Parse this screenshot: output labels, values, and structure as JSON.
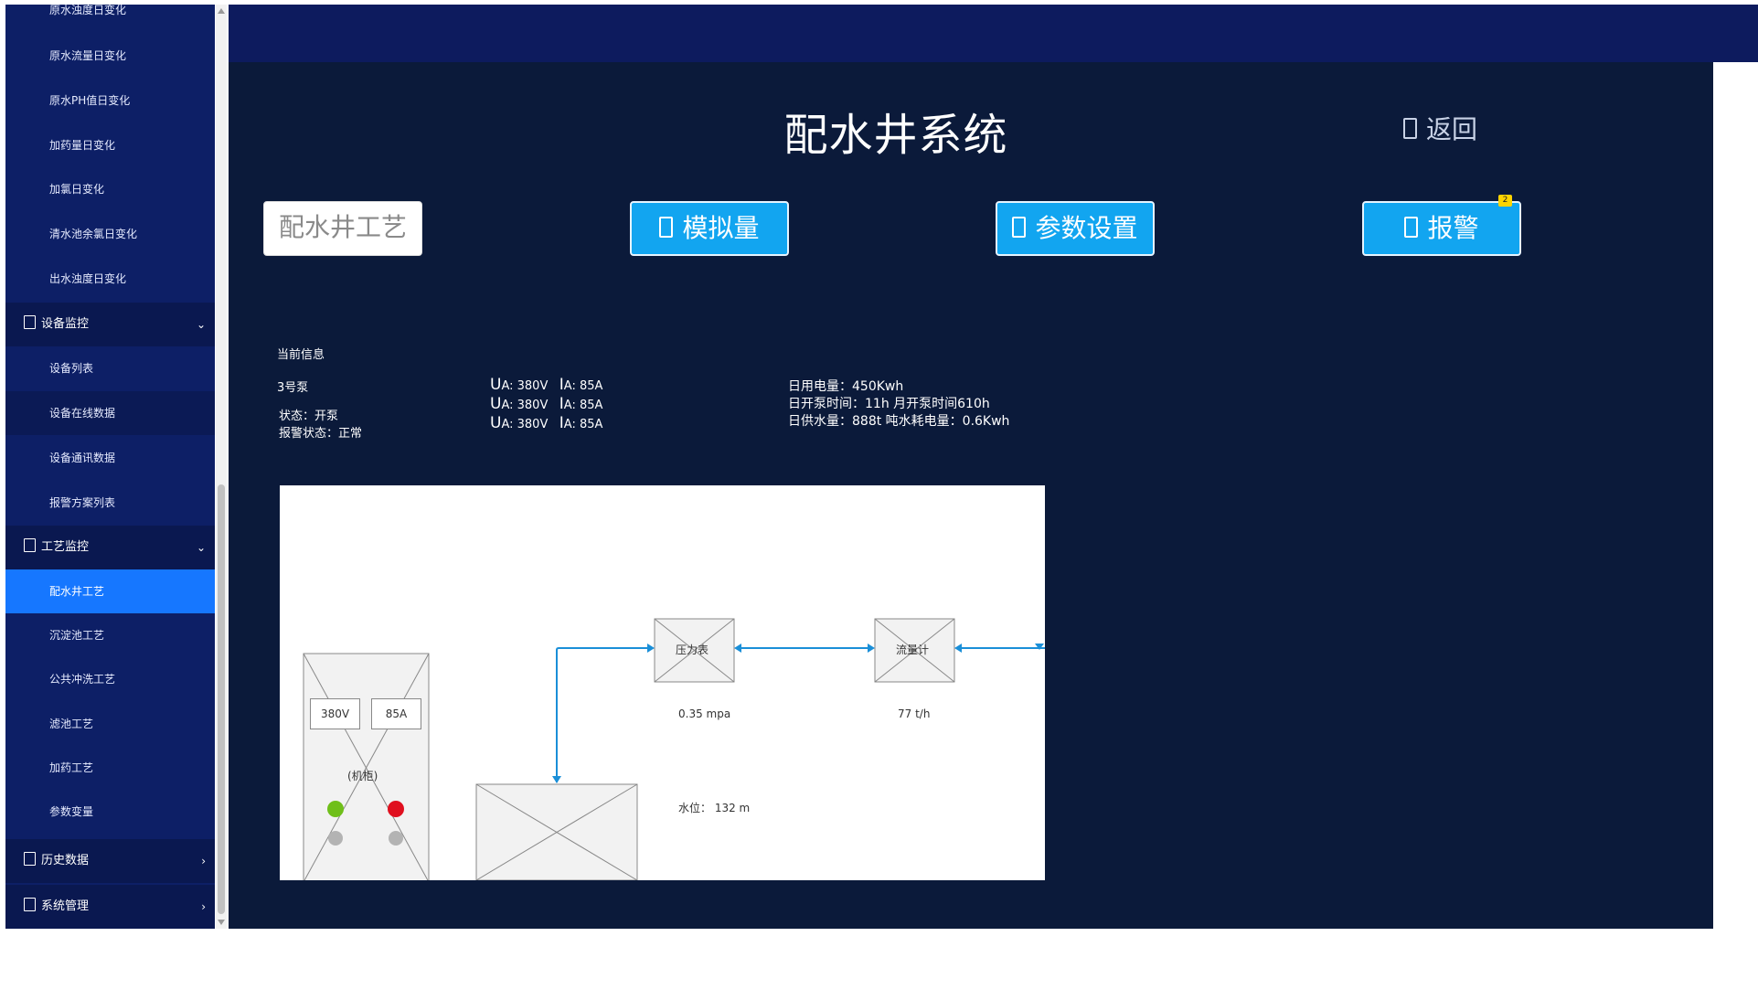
{
  "sidebar": {
    "items": [
      {
        "label": "原水浊度日变化"
      },
      {
        "label": "原水流量日变化"
      },
      {
        "label": "原水PH值日变化"
      },
      {
        "label": "加药量日变化"
      },
      {
        "label": "加氯日变化"
      },
      {
        "label": "清水池余氯日变化"
      },
      {
        "label": "出水浊度日变化"
      }
    ],
    "group_device": {
      "label": "设备监控"
    },
    "device_items": [
      {
        "label": "设备列表"
      },
      {
        "label": "设备在线数据"
      },
      {
        "label": "设备通讯数据"
      },
      {
        "label": "报警方案列表"
      }
    ],
    "group_process": {
      "label": "工艺监控"
    },
    "process_items": [
      {
        "label": "配水井工艺"
      },
      {
        "label": "沉淀池工艺"
      },
      {
        "label": "公共冲洗工艺"
      },
      {
        "label": "滤池工艺"
      },
      {
        "label": "加药工艺"
      },
      {
        "label": "参数变量"
      }
    ],
    "group_history": {
      "label": "历史数据"
    },
    "group_system": {
      "label": "系统管理"
    },
    "active_color": "#1677ff"
  },
  "header": {
    "title": "配水井系统",
    "back_label": "返回"
  },
  "nav": {
    "process_label": "配水井工艺",
    "analog_label": "模拟量",
    "params_label": "参数设置",
    "alarm_label": "报警",
    "alarm_badge": "2"
  },
  "info": {
    "heading": "当前信息",
    "pump_name": "3号泵",
    "status": "状态：开泵",
    "alarm_status": "报警状态：正常",
    "electric": [
      {
        "u_key": "U",
        "u_sub": "A",
        "u_value": "380V",
        "i_key": "I",
        "i_sub": "A",
        "i_value": "85A"
      },
      {
        "u_key": "U",
        "u_sub": "A",
        "u_value": "380V",
        "i_key": "I",
        "i_sub": "A",
        "i_value": "85A"
      },
      {
        "u_key": "U",
        "u_sub": "A",
        "u_value": "380V",
        "i_key": "I",
        "i_sub": "A",
        "i_value": "85A"
      }
    ],
    "daily_power": "日用电量：450Kwh",
    "pump_time": "日开泵时间：11h  月开泵时间610h",
    "supply": "日供水量：888t  吨水耗电量：0.6Kwh"
  },
  "diagram": {
    "cabinet_voltage": "380V",
    "cabinet_current": "85A",
    "cabinet_label": "(机柜)",
    "pressure_label": "压力表",
    "pressure_value": "0.35 mpa",
    "flow_label": "流量计",
    "flow_value": "77 t/h",
    "water_level": "水位：  132 m",
    "pipe_color": "#1a8fd8",
    "lamp_green": "#6fbf1a",
    "lamp_red": "#e0101f"
  }
}
